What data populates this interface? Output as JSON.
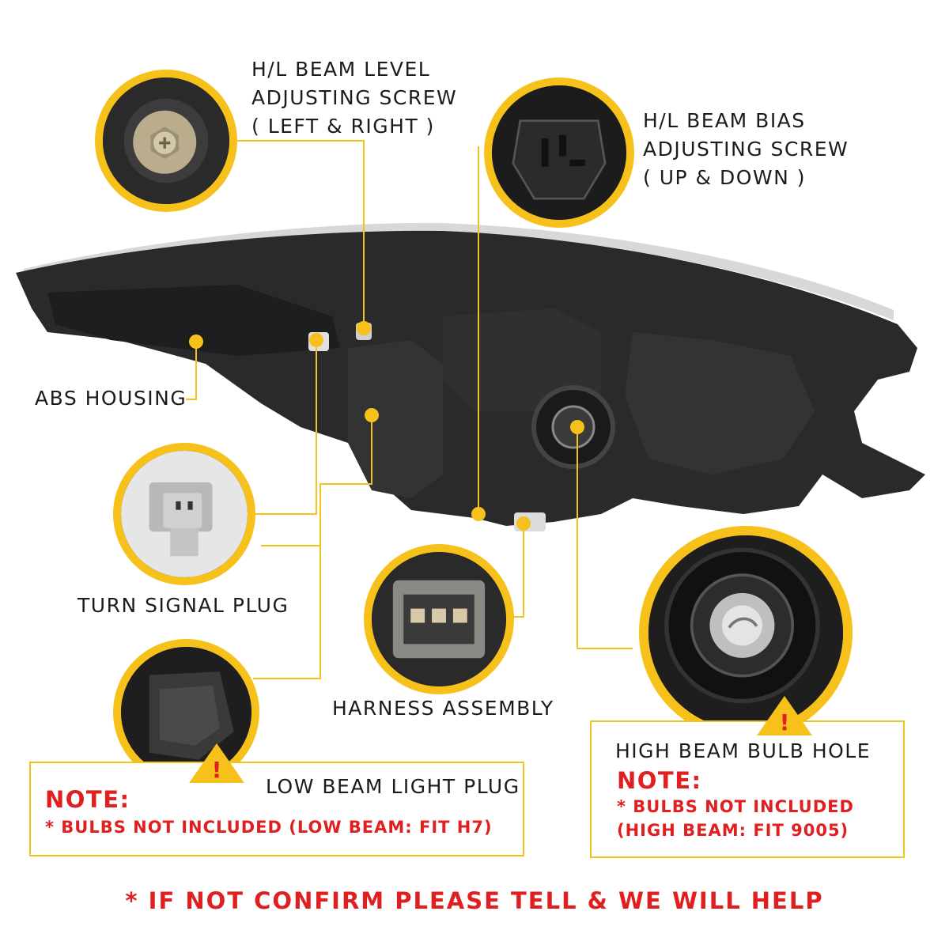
{
  "labels": {
    "level_screw": [
      "H/L BEAM LEVEL",
      "ADJUSTING SCREW",
      "( LEFT & RIGHT )"
    ],
    "bias_screw": [
      "H/L BEAM BIAS",
      "ADJUSTING SCREW",
      "( UP & DOWN )"
    ],
    "abs_housing": "ABS HOUSING",
    "turn_signal": "TURN SIGNAL PLUG",
    "harness": "HARNESS ASSEMBLY",
    "low_beam": "LOW BEAM LIGHT PLUG",
    "high_beam": "HIGH BEAM BULB HOLE"
  },
  "notes": {
    "low": {
      "title": "NOTE:",
      "text": "* BULBS NOT INCLUDED (LOW BEAM: FIT  H7)"
    },
    "high": {
      "title": "NOTE:",
      "lines": [
        "* BULBS NOT INCLUDED",
        "(HIGH BEAM: FIT 9005)"
      ]
    }
  },
  "warning_symbol": "!",
  "footer": "* IF NOT CONFIRM PLEASE TELL & WE WILL HELP",
  "colors": {
    "accent": "#f5c11a",
    "note_red": "#e02020",
    "housing": "#262626"
  },
  "icons": [
    "screw-icon",
    "connector-icon",
    "plug-icon",
    "harness-icon",
    "socket-icon",
    "bulb-hole-icon",
    "warning-icon"
  ]
}
